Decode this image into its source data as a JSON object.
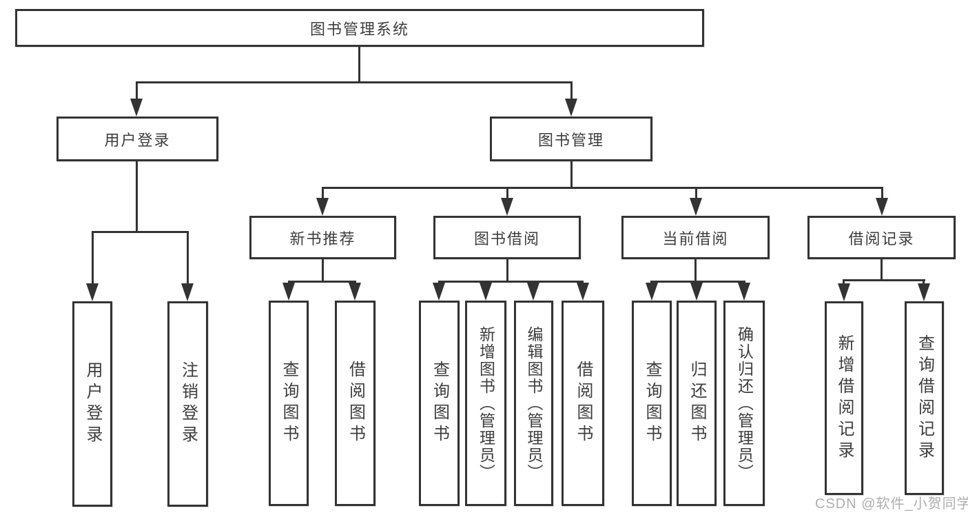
{
  "title": {
    "label": "图书管理系统"
  },
  "level1": [
    {
      "label": "用户登录"
    },
    {
      "label": "图书管理"
    }
  ],
  "level2": [
    {
      "label": "新书推荐"
    },
    {
      "label": "图书借阅"
    },
    {
      "label": "当前借阅"
    },
    {
      "label": "借阅记录"
    }
  ],
  "leaves": [
    {
      "label": "用户登录"
    },
    {
      "label": "注销登录"
    },
    {
      "label": "查询图书"
    },
    {
      "label": "借阅图书"
    },
    {
      "label": "查询图书"
    },
    {
      "label": "新增图书（管理员）"
    },
    {
      "label": "编辑图书（管理员）"
    },
    {
      "label": "借阅图书"
    },
    {
      "label": "查询图书"
    },
    {
      "label": "归还图书"
    },
    {
      "label": "确认归还（管理员）"
    },
    {
      "label": "新增借阅记录"
    },
    {
      "label": "查询借阅记录"
    }
  ],
  "watermark": {
    "text": "CSDN @软件_小贺同学"
  },
  "colors": {
    "line": "#333333",
    "text": "#3d3d3d",
    "watermark": "#aeaeae",
    "background": "#ffffff"
  }
}
